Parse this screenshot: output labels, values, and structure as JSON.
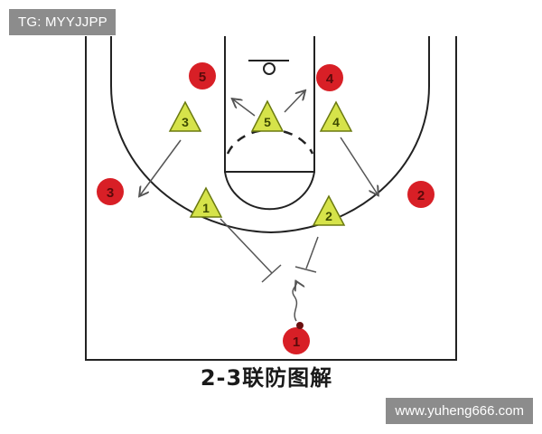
{
  "watermark_top": "TG: MYYJJPP",
  "watermark_bottom": "www.yuheng666.com",
  "caption": "2-3联防图解",
  "colors": {
    "offense_fill": "#d81f26",
    "defense_fill": "#d6e34a",
    "court_line": "#222222",
    "arrow": "#555555"
  },
  "offense_players": [
    {
      "label": "1"
    },
    {
      "label": "2"
    },
    {
      "label": "3"
    },
    {
      "label": "4"
    },
    {
      "label": "5"
    }
  ],
  "defense_players": [
    {
      "label": "1"
    },
    {
      "label": "2"
    },
    {
      "label": "3"
    },
    {
      "label": "4"
    },
    {
      "label": "5"
    }
  ]
}
